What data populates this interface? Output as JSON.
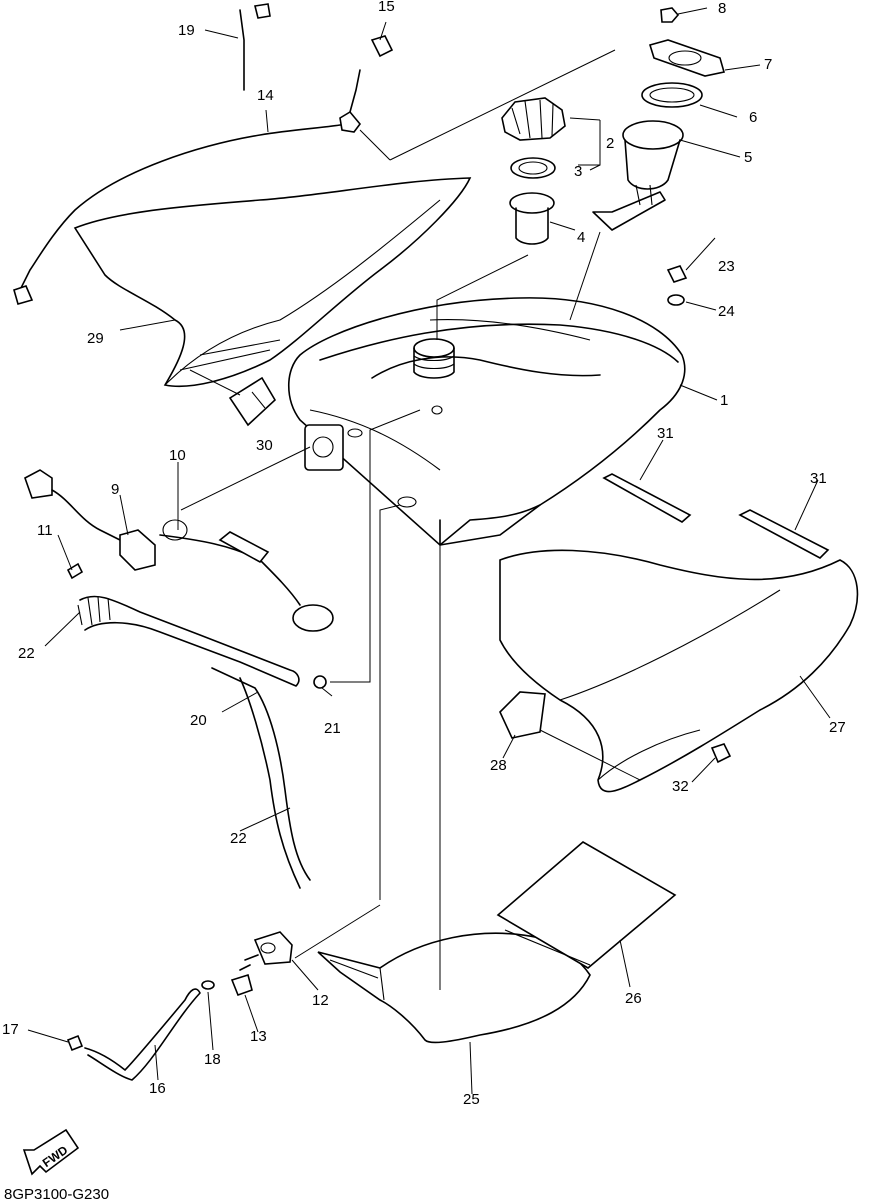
{
  "drawing_code": "8GP3100-G230",
  "fwd_arrow_label": "FWD",
  "callouts": [
    "1",
    "2",
    "3",
    "4",
    "5",
    "6",
    "7",
    "8",
    "9",
    "10",
    "11",
    "12",
    "13",
    "14",
    "15",
    "16",
    "17",
    "18",
    "19",
    "20",
    "21",
    "22",
    "22",
    "23",
    "24",
    "25",
    "26",
    "27",
    "28",
    "29",
    "30",
    "31",
    "31",
    "32"
  ]
}
